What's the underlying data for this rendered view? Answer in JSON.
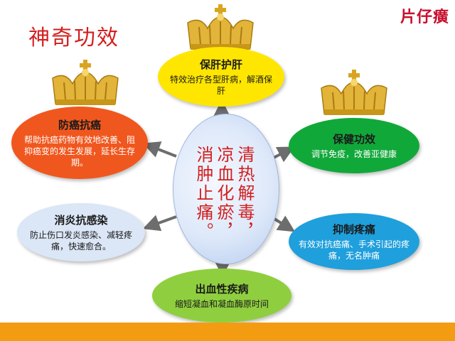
{
  "title": "神奇功效",
  "brand": "片仔癀",
  "center": {
    "line1": "清热解毒，",
    "line2": "凉血化瘀，",
    "line3": "消肿止痛。"
  },
  "nodes": {
    "top": {
      "title": "保肝护肝",
      "desc": "特效治疗各型肝病，解酒保肝",
      "color": "#ffe600"
    },
    "upper_left": {
      "title": "防癌抗癌",
      "desc": "帮助抗癌药物有效地改善、阻抑癌变的发生发展，延长生存期。",
      "color": "#f0571e"
    },
    "upper_right": {
      "title": "保健功效",
      "desc": "调节免疫，改善亚健康",
      "color": "#11a83a"
    },
    "lower_left": {
      "title": "消炎抗感染",
      "desc": "防止伤口发炎感染、减轻疼痛，快速愈合。",
      "color": "#dbe6f6"
    },
    "lower_right": {
      "title": "抑制疼痛",
      "desc": "有效对抗癌痛、手术引起的疼痛，无名肿痛",
      "color": "#1f9fdc"
    },
    "bottom": {
      "title": "出血性疾病",
      "desc": "缩短凝血和凝血酶原时间",
      "color": "#8fcf3f"
    }
  }
}
